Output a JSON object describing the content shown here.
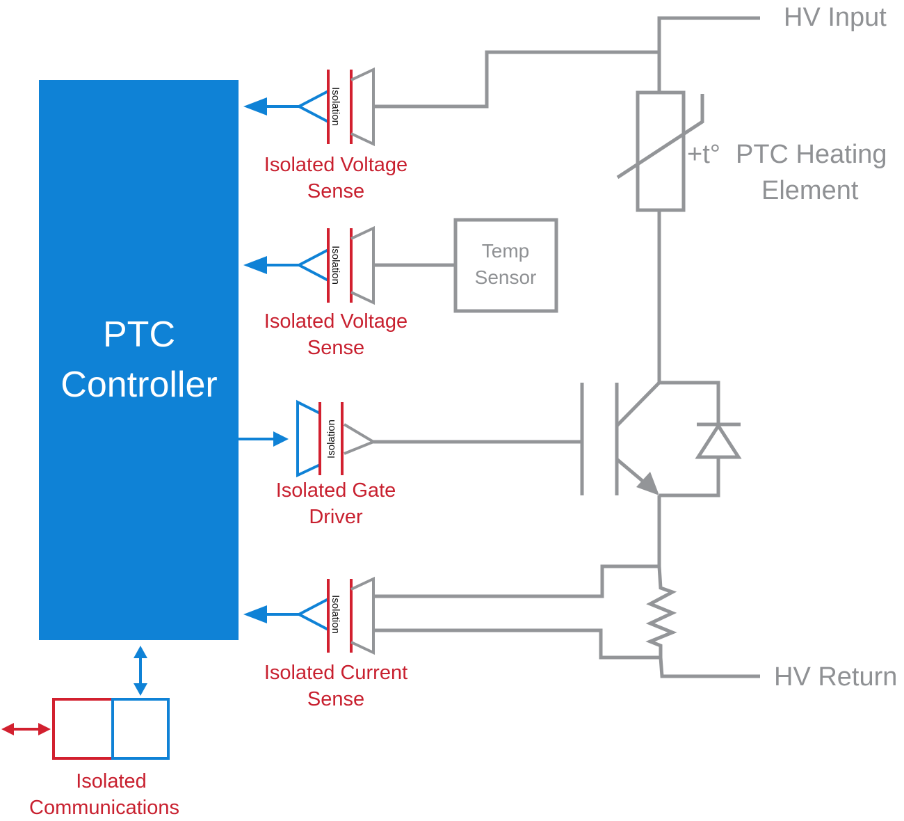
{
  "controller": {
    "line1": "PTC",
    "line2": "Controller",
    "color": "#0f82d6"
  },
  "isolation_label": "Isolation",
  "blocks": [
    {
      "id": "voltage-sense-1",
      "line1": "Isolated Voltage",
      "line2": "Sense"
    },
    {
      "id": "voltage-sense-2",
      "line1": "Isolated Voltage",
      "line2": "Sense"
    },
    {
      "id": "gate-driver",
      "line1": "Isolated Gate",
      "line2": "Driver"
    },
    {
      "id": "current-sense",
      "line1": "Isolated Current",
      "line2": "Sense"
    }
  ],
  "comms": {
    "line1": "Isolated",
    "line2": "Communications"
  },
  "temp_sensor": {
    "line1": "Temp",
    "line2": "Sensor"
  },
  "heater": {
    "symbol": "+t°",
    "line1": "PTC Heating",
    "line2": "Element"
  },
  "terminals": {
    "input": "HV Input",
    "return": "HV Return"
  },
  "colors": {
    "isolation_red": "#d2202f",
    "controller_blue": "#0f82d6",
    "power_gray": "#939598"
  }
}
